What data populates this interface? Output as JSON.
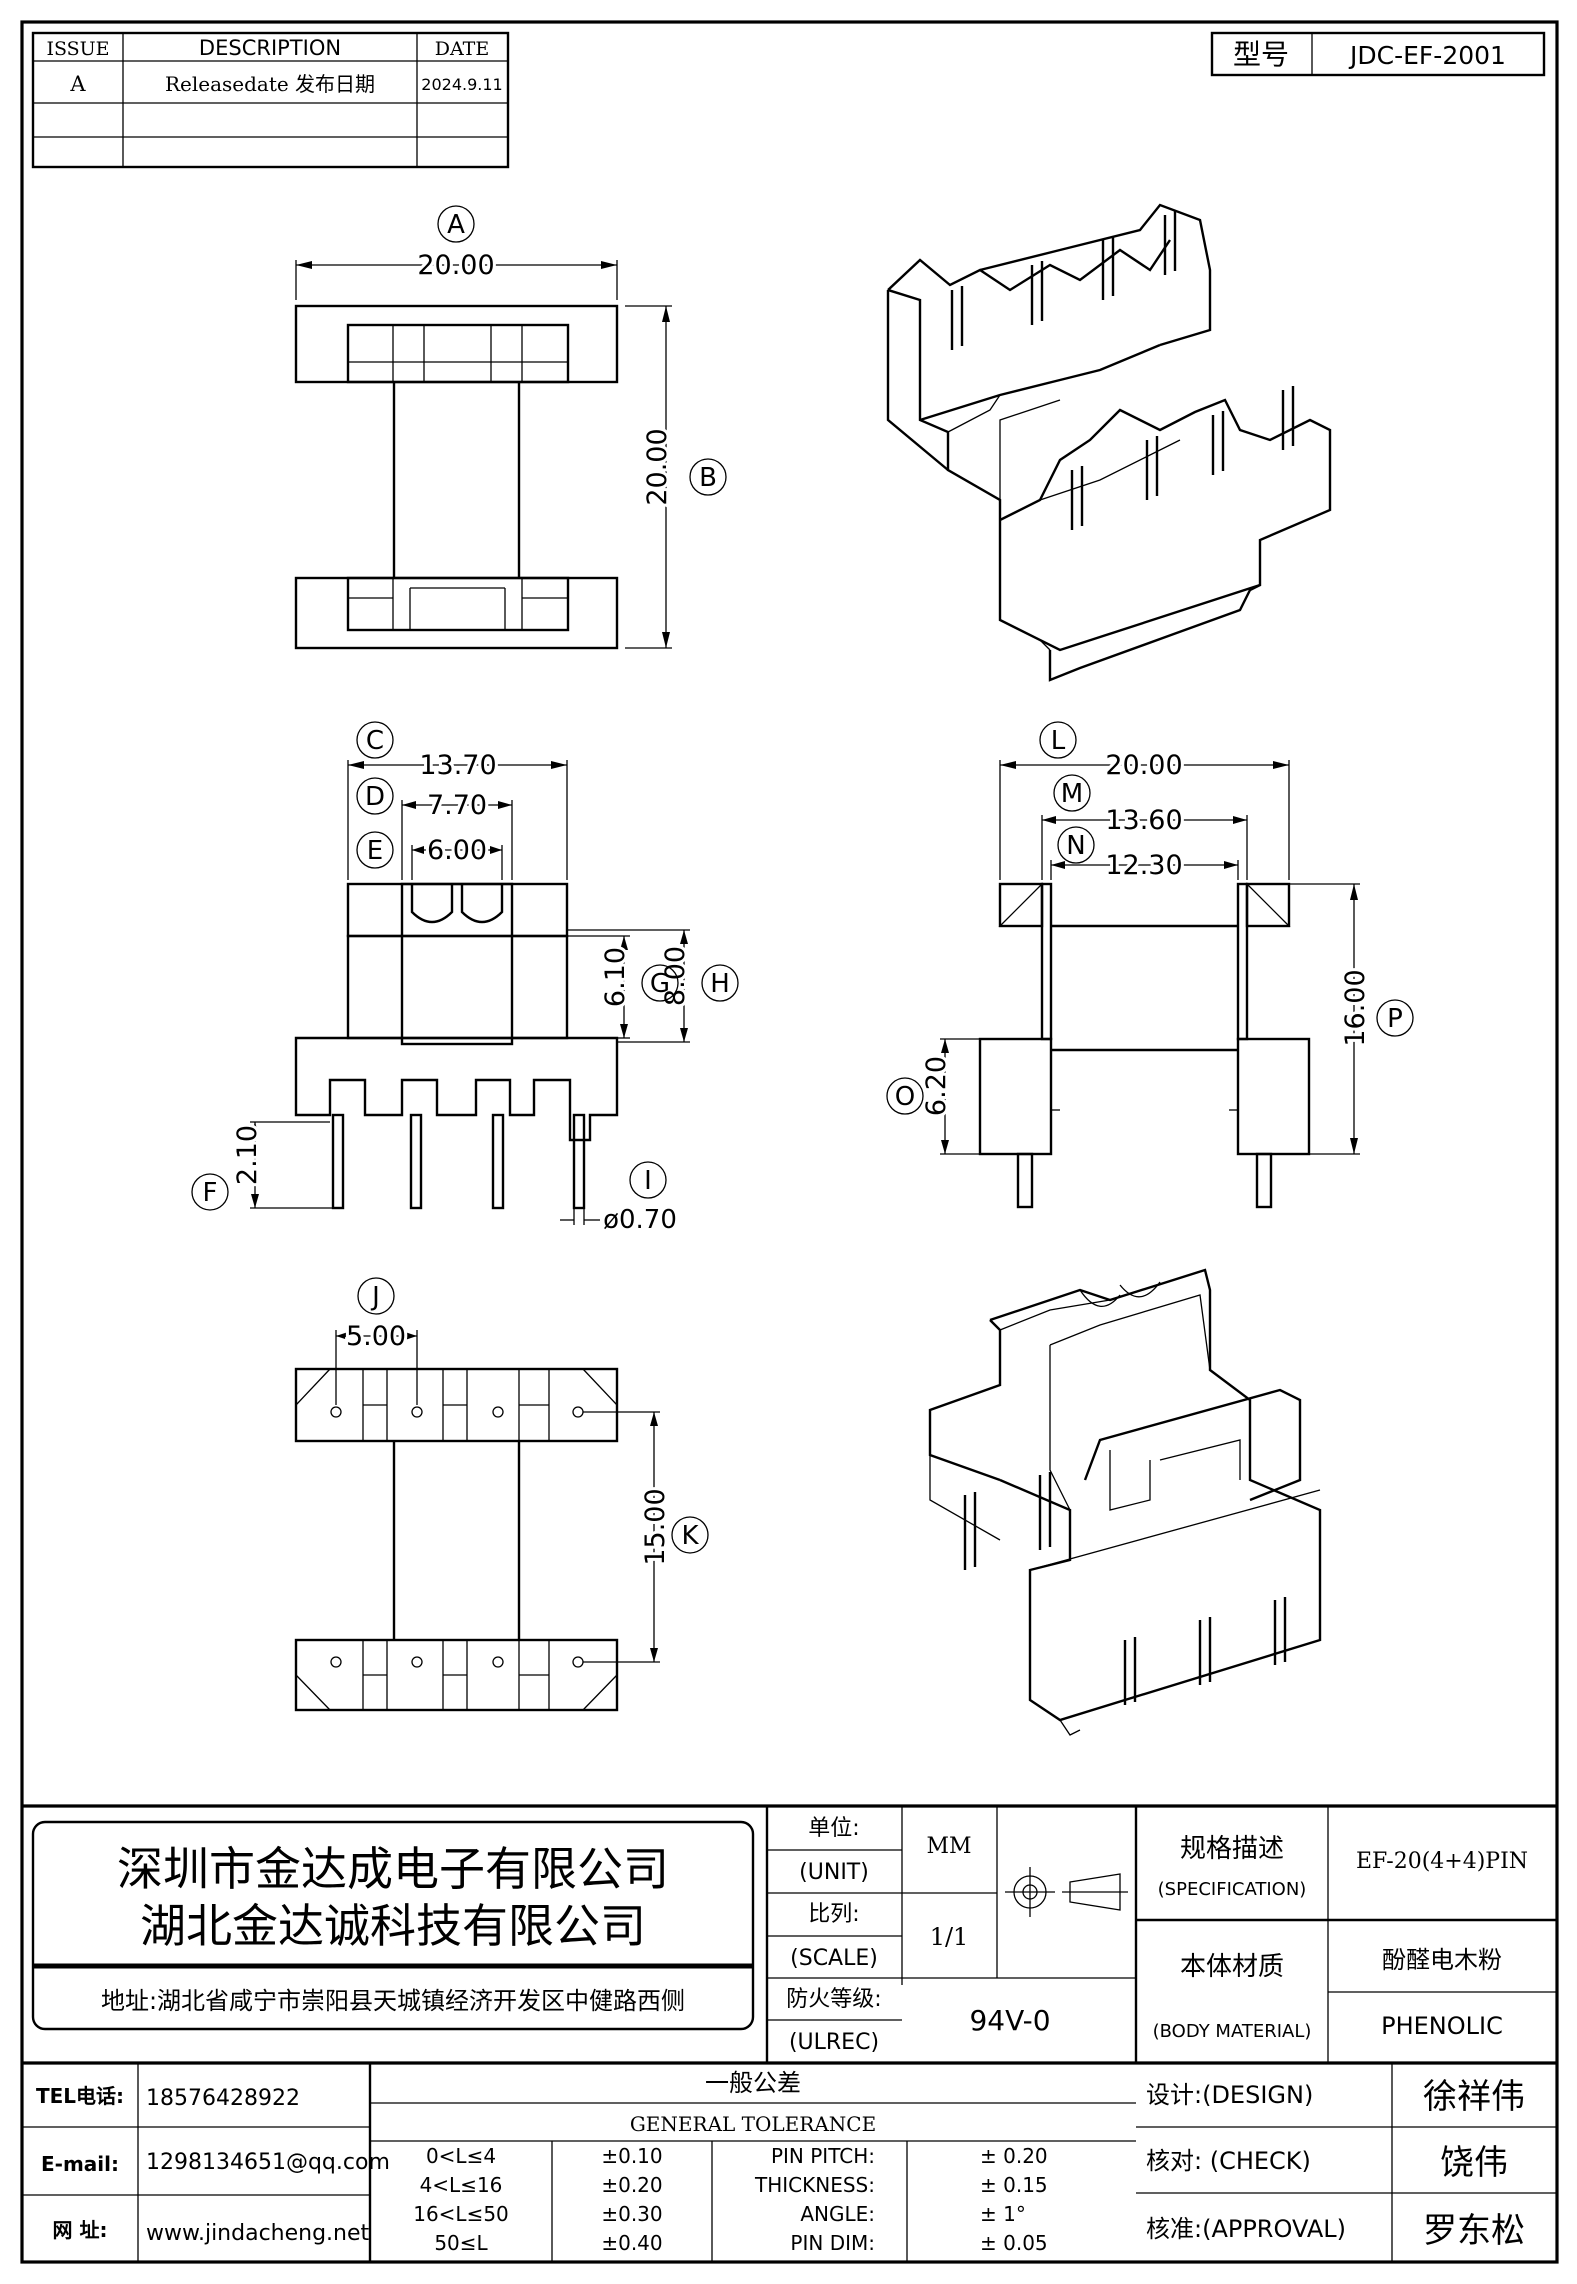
{
  "revision_table": {
    "headers": [
      "ISSUE",
      "DESCRIPTION",
      "DATE"
    ],
    "rows": [
      {
        "issue": "A",
        "description": "Releasedate 发布日期",
        "date": "2024.9.11"
      }
    ]
  },
  "model": {
    "label": "型号",
    "value": "JDC-EF-2001"
  },
  "top_view": {
    "A": "20.00",
    "B": "20.00"
  },
  "front_view": {
    "C": "13.70",
    "D": "7.70",
    "E": "6.00",
    "G": "6.10",
    "H": "8.00",
    "F": "2.10",
    "I": "ø0.70"
  },
  "side_view": {
    "L": "20.00",
    "M": "13.60",
    "N": "12.30",
    "P": "16.00",
    "O": "6.20"
  },
  "bottom_view": {
    "J": "5.00",
    "K": "15.00"
  },
  "callouts": [
    "A",
    "B",
    "C",
    "D",
    "E",
    "F",
    "G",
    "H",
    "I",
    "J",
    "K",
    "L",
    "M",
    "N",
    "O",
    "P"
  ],
  "company": {
    "name1": "深圳市金达成电子有限公司",
    "name2": "湖北金达诚科技有限公司",
    "address": "地址:湖北省咸宁市崇阳县天城镇经济开发区中健路西侧"
  },
  "spec": {
    "unit_label": "单位:",
    "unit_label_en": "(UNIT)",
    "unit": "MM",
    "scale_label": "比列:",
    "scale_label_en": "(SCALE)",
    "scale": "1/1",
    "fire_label": "防火等级:",
    "fire_label_en": "(ULREC)",
    "fire": "94V-0",
    "spec_label": "规格描述",
    "spec_label_en": "(SPECIFICATION)",
    "spec_value": "EF-20(4+4)PIN",
    "material_label": "本体材质",
    "material_label_en": "(BODY MATERIAL)",
    "material_cn": "酚醛电木粉",
    "material_en": "PHENOLIC"
  },
  "contact": {
    "tel_label": "TEL电话:",
    "tel": "18576428922",
    "email_label": "E-mail:",
    "email": "1298134651@qq.com",
    "web_label": "网 址:",
    "web": "www.jindacheng.net"
  },
  "tolerance": {
    "title_cn": "一般公差",
    "title_en": "GENERAL TOLERANCE",
    "ranges": [
      {
        "range": "0<L≤4",
        "tol": "±0.10"
      },
      {
        "range": "4<L≤16",
        "tol": "±0.20"
      },
      {
        "range": "16<L≤50",
        "tol": "±0.30"
      },
      {
        "range": "50≤L",
        "tol": "±0.40"
      }
    ],
    "items": [
      {
        "name": "PIN PITCH:",
        "tol": "±  0.20"
      },
      {
        "name": "THICKNESS:",
        "tol": "±  0.15"
      },
      {
        "name": "ANGLE:",
        "tol": "±  1°"
      },
      {
        "name": "PIN DIM:",
        "tol": "±  0.05"
      }
    ]
  },
  "approval": [
    {
      "label": "设计:(DESIGN)",
      "name": "徐祥伟"
    },
    {
      "label": "核对: (CHECK)",
      "name": "饶伟"
    },
    {
      "label": "核准:(APPROVAL)",
      "name": "罗东松"
    }
  ]
}
